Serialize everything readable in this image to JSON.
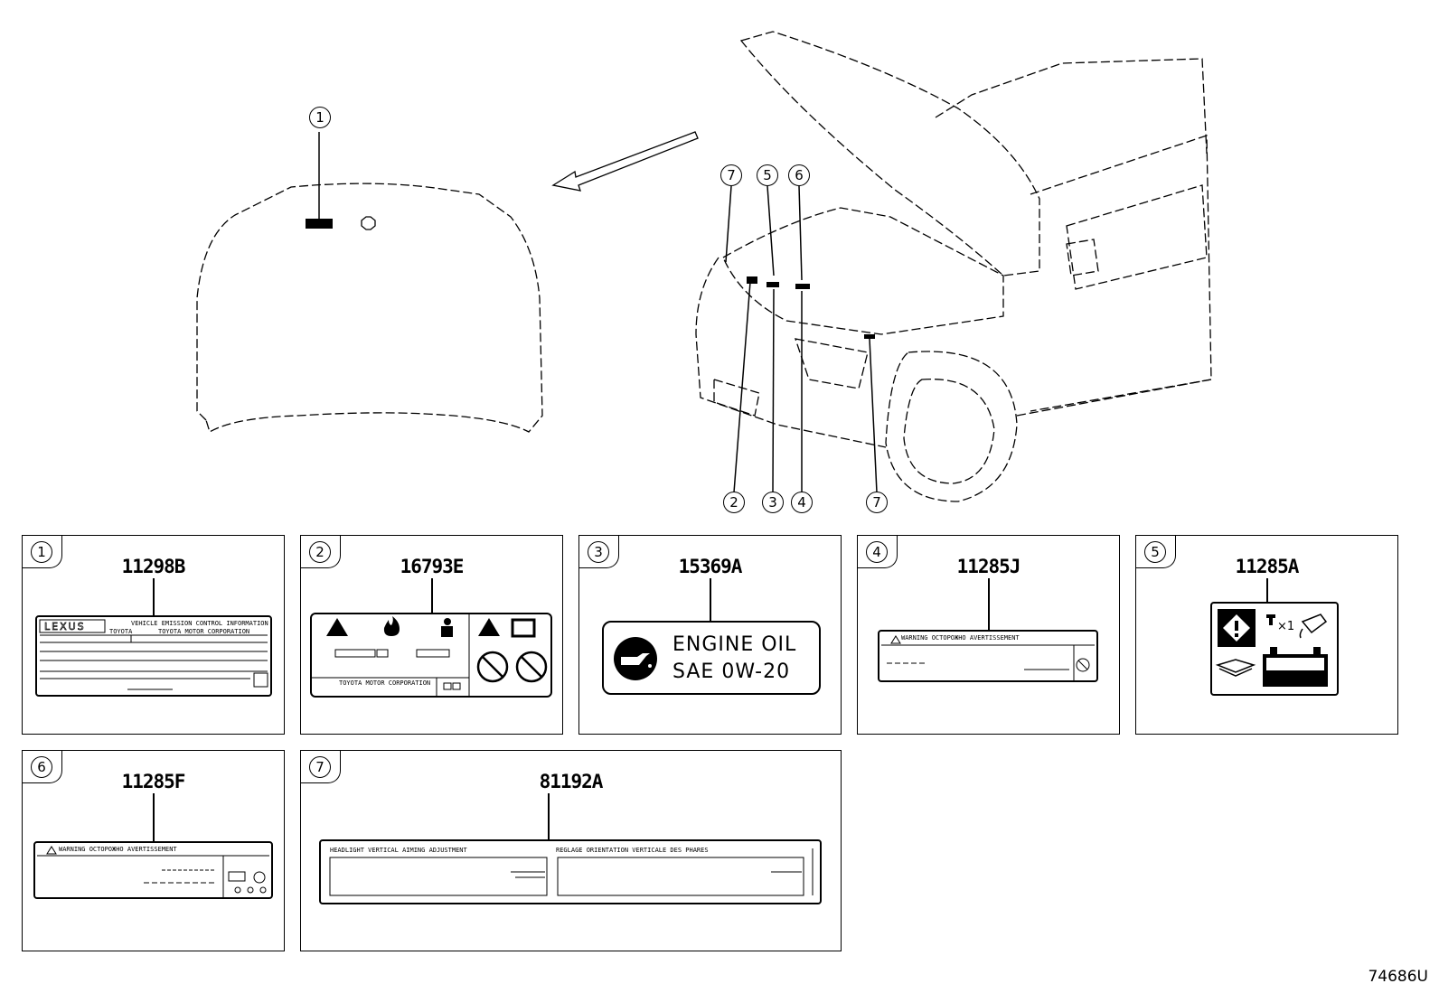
{
  "diagram_id": "74686U",
  "callouts": {
    "hood_1": "1",
    "top_7": "7",
    "top_5": "5",
    "top_6": "6",
    "bot_2": "2",
    "bot_3": "3",
    "bot_4": "4",
    "bot_7": "7"
  },
  "panels": [
    {
      "index": "1",
      "part_number": "11298B",
      "label_lines": [
        "VEHICLE EMISSION CONTROL INFORMATION",
        "TOYOTA",
        "TOYOTA MOTOR CORPORATION"
      ]
    },
    {
      "index": "2",
      "part_number": "16793E",
      "label_lines": [
        "TOYOTA MOTOR CORPORATION"
      ]
    },
    {
      "index": "3",
      "part_number": "15369A",
      "label_lines": [
        "ENGINE OIL",
        "SAE 0W-20"
      ]
    },
    {
      "index": "4",
      "part_number": "11285J",
      "label_lines": [
        "WARNING ОСТОРОЖНО AVERTISSEMENT"
      ]
    },
    {
      "index": "5",
      "part_number": "11285A",
      "label_lines": [
        "×1"
      ]
    },
    {
      "index": "6",
      "part_number": "11285F",
      "label_lines": [
        "WARNING ОСТОРОЖНО AVERTISSEMENT"
      ]
    },
    {
      "index": "7",
      "part_number": "81192A",
      "label_lines": [
        "HEADLIGHT VERTICAL AIMING ADJUSTMENT",
        "REGLAGE ORIENTATION VERTICALE DES PHARES"
      ]
    }
  ]
}
